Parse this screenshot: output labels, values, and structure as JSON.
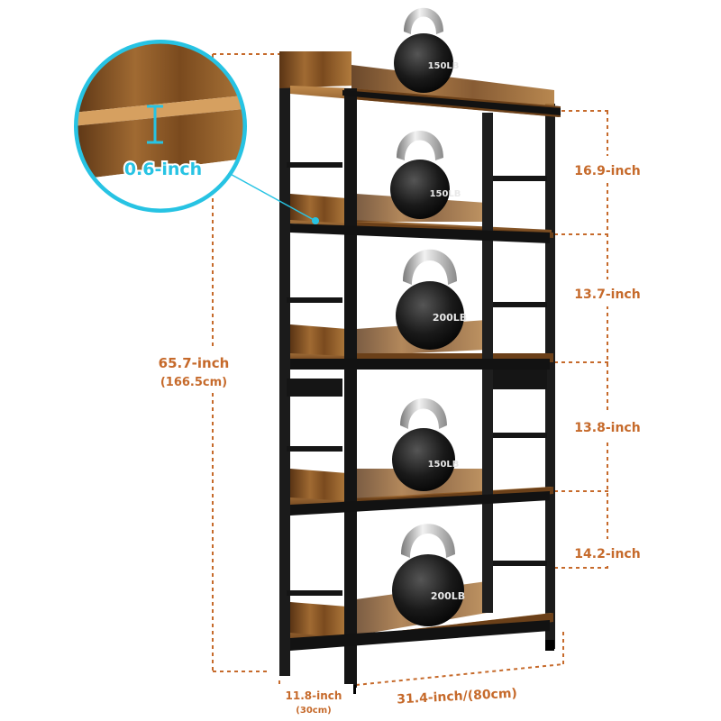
{
  "callout": {
    "thickness_label": "0.6-inch"
  },
  "dimensions": {
    "shelf_gaps": [
      "16.9-inch",
      "13.7-inch",
      "13.8-inch",
      "14.2-inch"
    ],
    "height_label": "65.7-inch",
    "height_metric": "(166.5cm)",
    "depth_label": "11.8-inch",
    "depth_metric": "(30cm)",
    "width_label": "31.4-inch/(80cm)"
  },
  "kettlebells": [
    {
      "weight": "150LB"
    },
    {
      "weight": "150LB"
    },
    {
      "weight": "200LB"
    },
    {
      "weight": "150LB"
    },
    {
      "weight": "200LB"
    }
  ],
  "colors": {
    "accent": "#c66a2b",
    "callout": "#27c3e3",
    "frame": "#151515",
    "wood": "#8a5a2b"
  }
}
